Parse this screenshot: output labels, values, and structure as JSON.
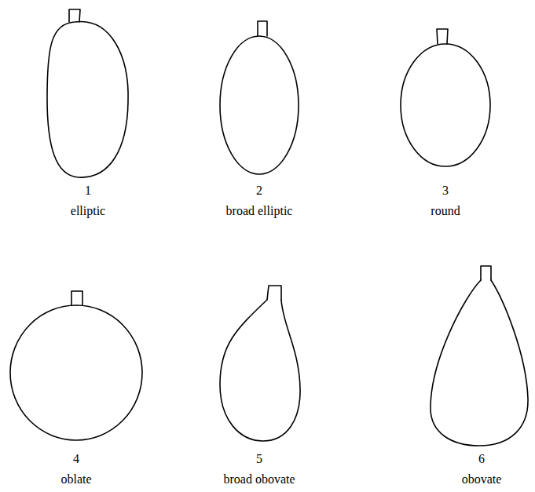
{
  "diagram": {
    "labels": [
      "1",
      "elliptic",
      "2",
      "broad elliptic",
      "3",
      "round",
      "4",
      "oblate",
      "5",
      "broad obovate",
      "6",
      "obovate"
    ]
  }
}
